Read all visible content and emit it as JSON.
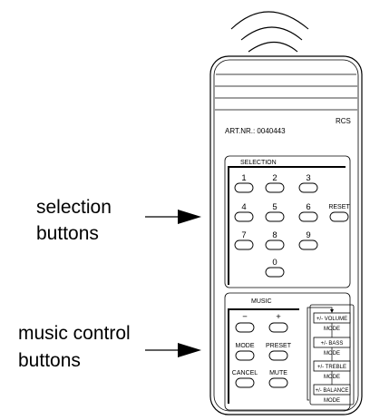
{
  "remote": {
    "brand": "RCS",
    "article_number": "ART.NR.: 0040443",
    "selection": {
      "heading": "SELECTION",
      "digits": [
        "1",
        "2",
        "3",
        "4",
        "5",
        "6",
        "7",
        "8",
        "9",
        "0"
      ],
      "reset_label": "RESET"
    },
    "music": {
      "heading": "MUSIC",
      "minus_label": "−",
      "plus_label": "+",
      "mode_label": "MODE",
      "preset_label": "PRESET",
      "cancel_label": "CANCEL",
      "mute_label": "MUTE"
    },
    "mode_cycle": {
      "items": [
        "+/- VOLUME",
        "+/- BASS",
        "+/- TREBLE",
        "+/- BALANCE"
      ],
      "mode_label": "MODE"
    }
  },
  "callouts": {
    "selection": [
      "selection",
      "buttons"
    ],
    "music": [
      "music control",
      "buttons"
    ]
  }
}
